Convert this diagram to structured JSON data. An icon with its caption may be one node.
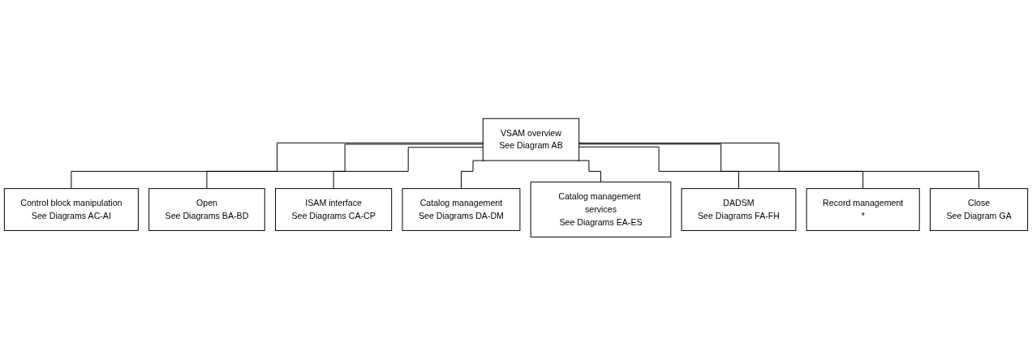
{
  "diagram": {
    "nodes": [
      {
        "text": [
          "VSAM overview",
          "See Diagram AB"
        ]
      },
      {
        "text": [
          "Control block manipulation",
          "See Diagrams AC-AI"
        ]
      },
      {
        "text": [
          "Open",
          "See Diagrams BA-BD"
        ]
      },
      {
        "text": [
          "ISAM interface",
          "See Diagrams CA-CP"
        ]
      },
      {
        "text": [
          "Catalog management",
          "See Diagrams DA-DM"
        ]
      },
      {
        "text": [
          "Catalog management services",
          "See Diagrams EA-ES"
        ]
      },
      {
        "text": [
          "DADSM",
          "See Diagrams FA-FH"
        ]
      },
      {
        "text": [
          "Record management",
          "*"
        ]
      },
      {
        "text": [
          "Close",
          "See Diagram GA"
        ]
      }
    ],
    "edges": [
      {
        "from": 0,
        "to": 1,
        "arrow": "none"
      },
      {
        "from": 0,
        "to": 2,
        "arrow": "none"
      },
      {
        "from": 0,
        "to": 3,
        "arrow": "none"
      },
      {
        "from": 0,
        "to": 4,
        "arrow": "none"
      },
      {
        "from": 0,
        "to": 5,
        "arrow": "none"
      },
      {
        "from": 0,
        "to": 6,
        "arrow": "none"
      },
      {
        "from": 0,
        "to": 7,
        "arrow": "none"
      },
      {
        "from": 0,
        "to": 8,
        "arrow": "none"
      }
    ]
  }
}
